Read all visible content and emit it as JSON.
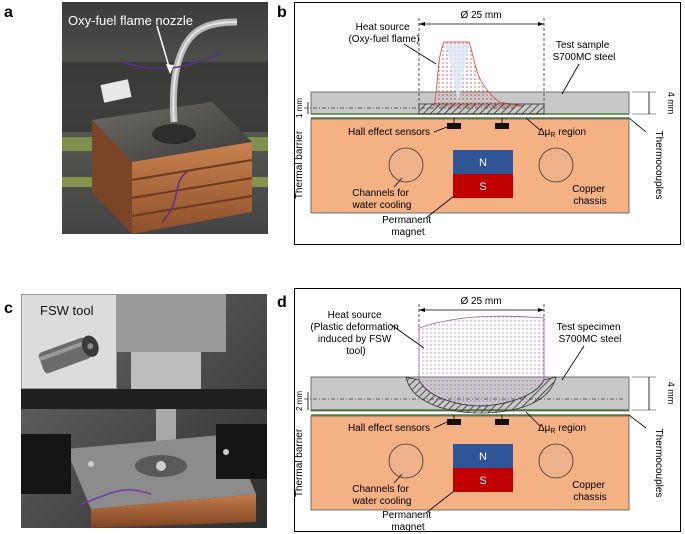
{
  "panels": {
    "a": {
      "letter": "a",
      "photo_label": "Oxy-fuel flame nozzle"
    },
    "b": {
      "letter": "b",
      "dimension_width": "Ø 25 mm",
      "heat_source": "Heat source\n(Oxy-fuel flame)",
      "sample_label": "Test sample\nS700MC steel",
      "thickness": "4 mm",
      "depth": "1 mm",
      "hall": "Hall effect sensors",
      "delta_region": "Δμ_R region",
      "thermal_barrier": "Thermal barrier",
      "thermocouples": "Thermocouples",
      "channels": "Channels for\nwater cooling",
      "magnet": "Permanent\nmagnet",
      "chassis": "Copper\nchassis",
      "north": "N",
      "south": "S"
    },
    "c": {
      "letter": "c",
      "inset_label": "FSW tool"
    },
    "d": {
      "letter": "d",
      "dimension_width": "Ø 25 mm",
      "heat_source": "Heat source\n(Plastic deformation\ninduced by FSW\ntool)",
      "sample_label": "Test specimen\nS700MC steel",
      "thickness": "4 mm",
      "depth": "2 mm",
      "hall": "Hall effect sensors",
      "delta_region": "Δμ_R region",
      "thermal_barrier": "Thermal barrier",
      "thermocouples": "Thermocouples",
      "channels": "Channels for\nwater cooling",
      "magnet": "Permanent\nmagnet",
      "chassis": "Copper\nchassis",
      "north": "N",
      "south": "S"
    }
  },
  "colors": {
    "copper": "#f4b183",
    "steel": "#c8c8c8",
    "north": "#2e5597",
    "south": "#c00000",
    "flame": "#e04040",
    "fsw_zone": "#9b59b6",
    "channel": "#f2f2f2"
  }
}
